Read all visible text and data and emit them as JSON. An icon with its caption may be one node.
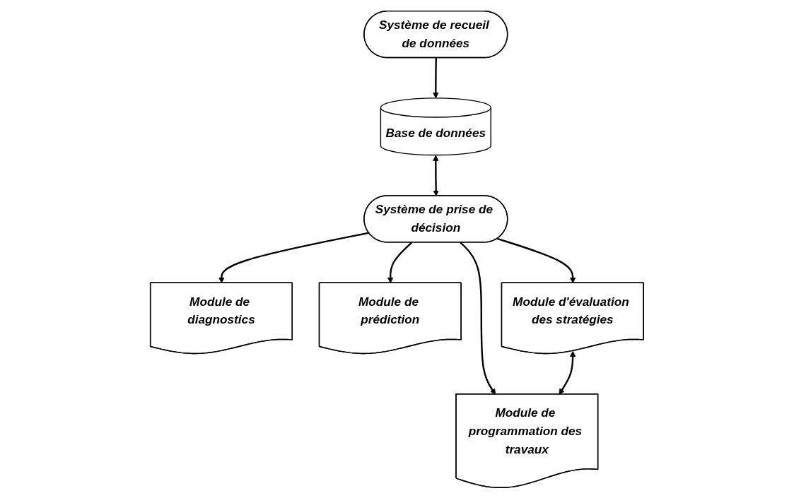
{
  "diagram": {
    "nodes": [
      {
        "text": [
          "Système de recueil de données"
        ]
      },
      {
        "text": [
          "Base de données"
        ]
      },
      {
        "text": [
          "Système de prise de décision"
        ]
      },
      {
        "text": [
          "Module de diagnostics"
        ]
      },
      {
        "text": [
          "Module de prédiction"
        ]
      },
      {
        "text": [
          "Module d'évaluation des stratégies"
        ]
      },
      {
        "text": [
          "Module de programmation des travaux"
        ]
      }
    ],
    "edges": [
      {
        "from": 0,
        "to": 1,
        "arrow": "to"
      },
      {
        "from": 1,
        "to": 2,
        "arrow": "both"
      },
      {
        "from": 2,
        "to": 3,
        "arrow": "to"
      },
      {
        "from": 2,
        "to": 4,
        "arrow": "to"
      },
      {
        "from": 2,
        "to": 5,
        "arrow": "to"
      },
      {
        "from": 2,
        "to": 6,
        "arrow": "to"
      },
      {
        "from": 5,
        "to": 6,
        "arrow": "both"
      }
    ]
  }
}
